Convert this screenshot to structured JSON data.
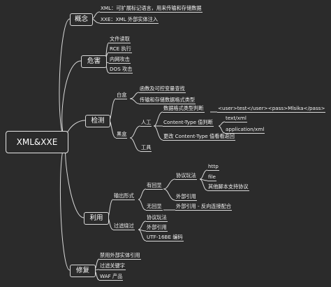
{
  "root": "XML&XXE",
  "branches": {
    "concept": {
      "label": "概念",
      "items": [
        "XML：可扩展标记语言，用来传输和存储数据",
        "XXE：XML 外部实体注入"
      ]
    },
    "harm": {
      "label": "危害",
      "items": [
        "文件读取",
        "RCE 执行",
        "内网攻击",
        "DOS 攻击"
      ]
    },
    "detect": {
      "label": "检测",
      "whitebox": {
        "label": "白盒",
        "items": [
          "函数及可控变量查找",
          "传输和存储数据格式类型"
        ]
      },
      "blackbox": {
        "label": "黑盒",
        "manual": {
          "label": "人工",
          "format": "数据格式类型判断",
          "format_example": "<user>test</user><pass>Mlsika</pass>",
          "content_type": "Content-Type 值判断",
          "ct_values": [
            "text/xml",
            "application/xml"
          ],
          "change_ct": "更改 Content-Type 值看看返回"
        },
        "tool": "工具"
      }
    },
    "exploit": {
      "label": "利用",
      "output": {
        "label": "输出形式",
        "echo": {
          "label": "有回显",
          "protocol": "协议玩法",
          "protocol_items": [
            "http",
            "file",
            "其他脚本支持协议"
          ],
          "external": "外部引用"
        },
        "noecho": {
          "label": "无回显",
          "item": "外部引用 - 反向连接配合"
        }
      },
      "bypass": {
        "label": "过滤绕过",
        "items": [
          "协议玩法",
          "外部引用",
          "UTF-16BE 编码"
        ]
      }
    },
    "fix": {
      "label": "修复",
      "items": [
        "禁用外部实体引用",
        "过滤关键字",
        "WAF 产品"
      ]
    }
  }
}
